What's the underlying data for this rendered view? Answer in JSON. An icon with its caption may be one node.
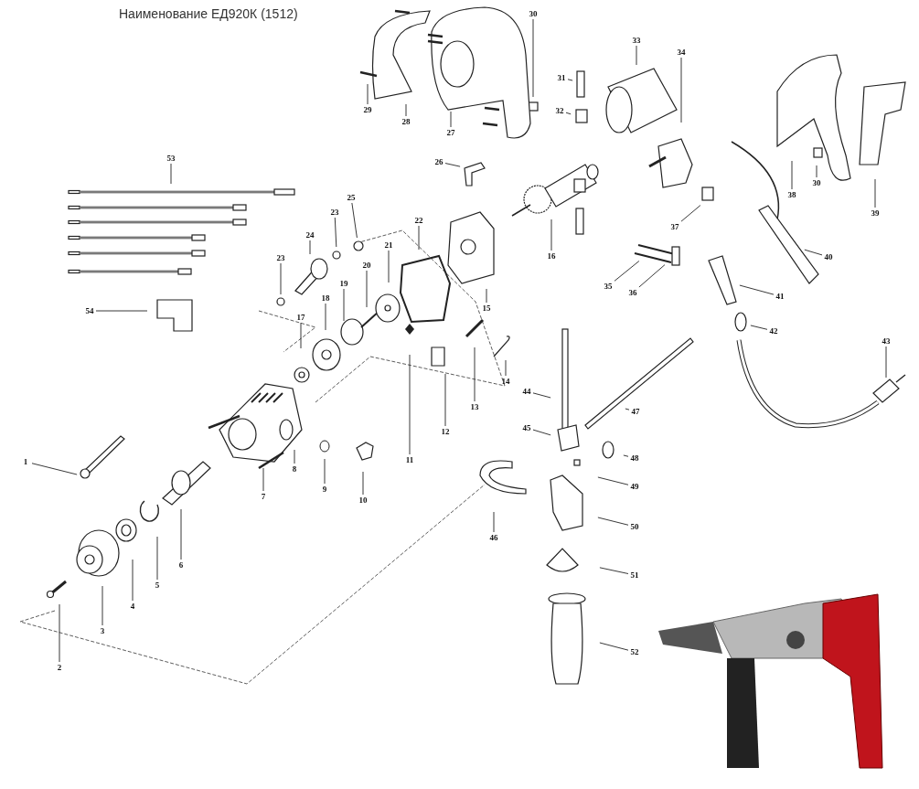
{
  "diagram": {
    "title": "Наименование ЕД920К (1512)",
    "nodes": [
      {
        "text": [
          "1"
        ]
      },
      {
        "text": [
          "2"
        ]
      },
      {
        "text": [
          "3"
        ]
      },
      {
        "text": [
          "4"
        ]
      },
      {
        "text": [
          "5"
        ]
      },
      {
        "text": [
          "6"
        ]
      },
      {
        "text": [
          "7"
        ]
      },
      {
        "text": [
          "8"
        ]
      },
      {
        "text": [
          "9"
        ]
      },
      {
        "text": [
          "10"
        ]
      },
      {
        "text": [
          "11"
        ]
      },
      {
        "text": [
          "12"
        ]
      },
      {
        "text": [
          "13"
        ]
      },
      {
        "text": [
          "14"
        ]
      },
      {
        "text": [
          "15"
        ]
      },
      {
        "text": [
          "16"
        ]
      },
      {
        "text": [
          "17"
        ]
      },
      {
        "text": [
          "18"
        ]
      },
      {
        "text": [
          "19"
        ]
      },
      {
        "text": [
          "20"
        ]
      },
      {
        "text": [
          "21"
        ]
      },
      {
        "text": [
          "22"
        ]
      },
      {
        "text": [
          "23"
        ]
      },
      {
        "text": [
          "23"
        ]
      },
      {
        "text": [
          "24"
        ]
      },
      {
        "text": [
          "25"
        ]
      },
      {
        "text": [
          "26"
        ]
      },
      {
        "text": [
          "27"
        ]
      },
      {
        "text": [
          "28"
        ]
      },
      {
        "text": [
          "29"
        ]
      },
      {
        "text": [
          "30"
        ]
      },
      {
        "text": [
          "31"
        ]
      },
      {
        "text": [
          "32"
        ]
      },
      {
        "text": [
          "33"
        ]
      },
      {
        "text": [
          "34"
        ]
      },
      {
        "text": [
          "35"
        ]
      },
      {
        "text": [
          "36"
        ]
      },
      {
        "text": [
          "37"
        ]
      },
      {
        "text": [
          "38"
        ]
      },
      {
        "text": [
          "30"
        ]
      },
      {
        "text": [
          "39"
        ]
      },
      {
        "text": [
          "40"
        ]
      },
      {
        "text": [
          "41"
        ]
      },
      {
        "text": [
          "42"
        ]
      },
      {
        "text": [
          "43"
        ]
      },
      {
        "text": [
          "44"
        ]
      },
      {
        "text": [
          "45"
        ]
      },
      {
        "text": [
          "46"
        ]
      },
      {
        "text": [
          "47"
        ]
      },
      {
        "text": [
          "48"
        ]
      },
      {
        "text": [
          "49"
        ]
      },
      {
        "text": [
          "50"
        ]
      },
      {
        "text": [
          "51"
        ]
      },
      {
        "text": [
          "52"
        ]
      },
      {
        "text": [
          "53"
        ]
      },
      {
        "text": [
          "54"
        ]
      }
    ],
    "edges": [
      {
        "from": 0,
        "to": null,
        "arrow": "none"
      },
      {
        "from": 1,
        "to": null,
        "arrow": "none"
      },
      {
        "from": 2,
        "to": null,
        "arrow": "none"
      },
      {
        "from": 3,
        "to": null,
        "arrow": "none"
      },
      {
        "from": 4,
        "to": null,
        "arrow": "none"
      },
      {
        "from": 5,
        "to": null,
        "arrow": "none"
      },
      {
        "from": 6,
        "to": null,
        "arrow": "none"
      },
      {
        "from": 7,
        "to": null,
        "arrow": "none"
      },
      {
        "from": 8,
        "to": null,
        "arrow": "none"
      },
      {
        "from": 9,
        "to": null,
        "arrow": "none"
      },
      {
        "from": 10,
        "to": null,
        "arrow": "none"
      },
      {
        "from": 11,
        "to": null,
        "arrow": "none"
      },
      {
        "from": 12,
        "to": null,
        "arrow": "none"
      },
      {
        "from": 13,
        "to": null,
        "arrow": "none"
      },
      {
        "from": 14,
        "to": null,
        "arrow": "none"
      },
      {
        "from": 15,
        "to": null,
        "arrow": "none"
      },
      {
        "from": 16,
        "to": null,
        "arrow": "none"
      },
      {
        "from": 17,
        "to": null,
        "arrow": "none"
      },
      {
        "from": 18,
        "to": null,
        "arrow": "none"
      },
      {
        "from": 19,
        "to": null,
        "arrow": "none"
      },
      {
        "from": 20,
        "to": null,
        "arrow": "none"
      },
      {
        "from": 21,
        "to": null,
        "arrow": "none"
      },
      {
        "from": 22,
        "to": null,
        "arrow": "none"
      },
      {
        "from": 23,
        "to": null,
        "arrow": "none"
      },
      {
        "from": 24,
        "to": null,
        "arrow": "none"
      },
      {
        "from": 25,
        "to": null,
        "arrow": "none"
      },
      {
        "from": 26,
        "to": null,
        "arrow": "none"
      },
      {
        "from": 27,
        "to": null,
        "arrow": "none"
      },
      {
        "from": 28,
        "to": null,
        "arrow": "none"
      },
      {
        "from": 29,
        "to": null,
        "arrow": "none"
      },
      {
        "from": 30,
        "to": null,
        "arrow": "none"
      },
      {
        "from": 31,
        "to": null,
        "arrow": "none"
      },
      {
        "from": 32,
        "to": null,
        "arrow": "none"
      },
      {
        "from": 33,
        "to": null,
        "arrow": "none"
      },
      {
        "from": 34,
        "to": null,
        "arrow": "none"
      },
      {
        "from": 35,
        "to": null,
        "arrow": "none"
      },
      {
        "from": 36,
        "to": null,
        "arrow": "none"
      },
      {
        "from": 37,
        "to": null,
        "arrow": "none"
      },
      {
        "from": 38,
        "to": null,
        "arrow": "none"
      },
      {
        "from": 39,
        "to": null,
        "arrow": "none"
      },
      {
        "from": 40,
        "to": null,
        "arrow": "none"
      },
      {
        "from": 41,
        "to": null,
        "arrow": "none"
      },
      {
        "from": 42,
        "to": null,
        "arrow": "none"
      },
      {
        "from": 43,
        "to": null,
        "arrow": "none"
      },
      {
        "from": 44,
        "to": null,
        "arrow": "none"
      },
      {
        "from": 45,
        "to": null,
        "arrow": "none"
      },
      {
        "from": 46,
        "to": null,
        "arrow": "none"
      },
      {
        "from": 47,
        "to": null,
        "arrow": "none"
      },
      {
        "from": 48,
        "to": null,
        "arrow": "none"
      },
      {
        "from": 49,
        "to": null,
        "arrow": "none"
      },
      {
        "from": 50,
        "to": null,
        "arrow": "none"
      },
      {
        "from": 51,
        "to": null,
        "arrow": "none"
      },
      {
        "from": 52,
        "to": null,
        "arrow": "none"
      },
      {
        "from": 53,
        "to": null,
        "arrow": "none"
      },
      {
        "from": 54,
        "to": null,
        "arrow": "none"
      },
      {
        "from": 55,
        "to": null,
        "arrow": "none"
      }
    ]
  }
}
